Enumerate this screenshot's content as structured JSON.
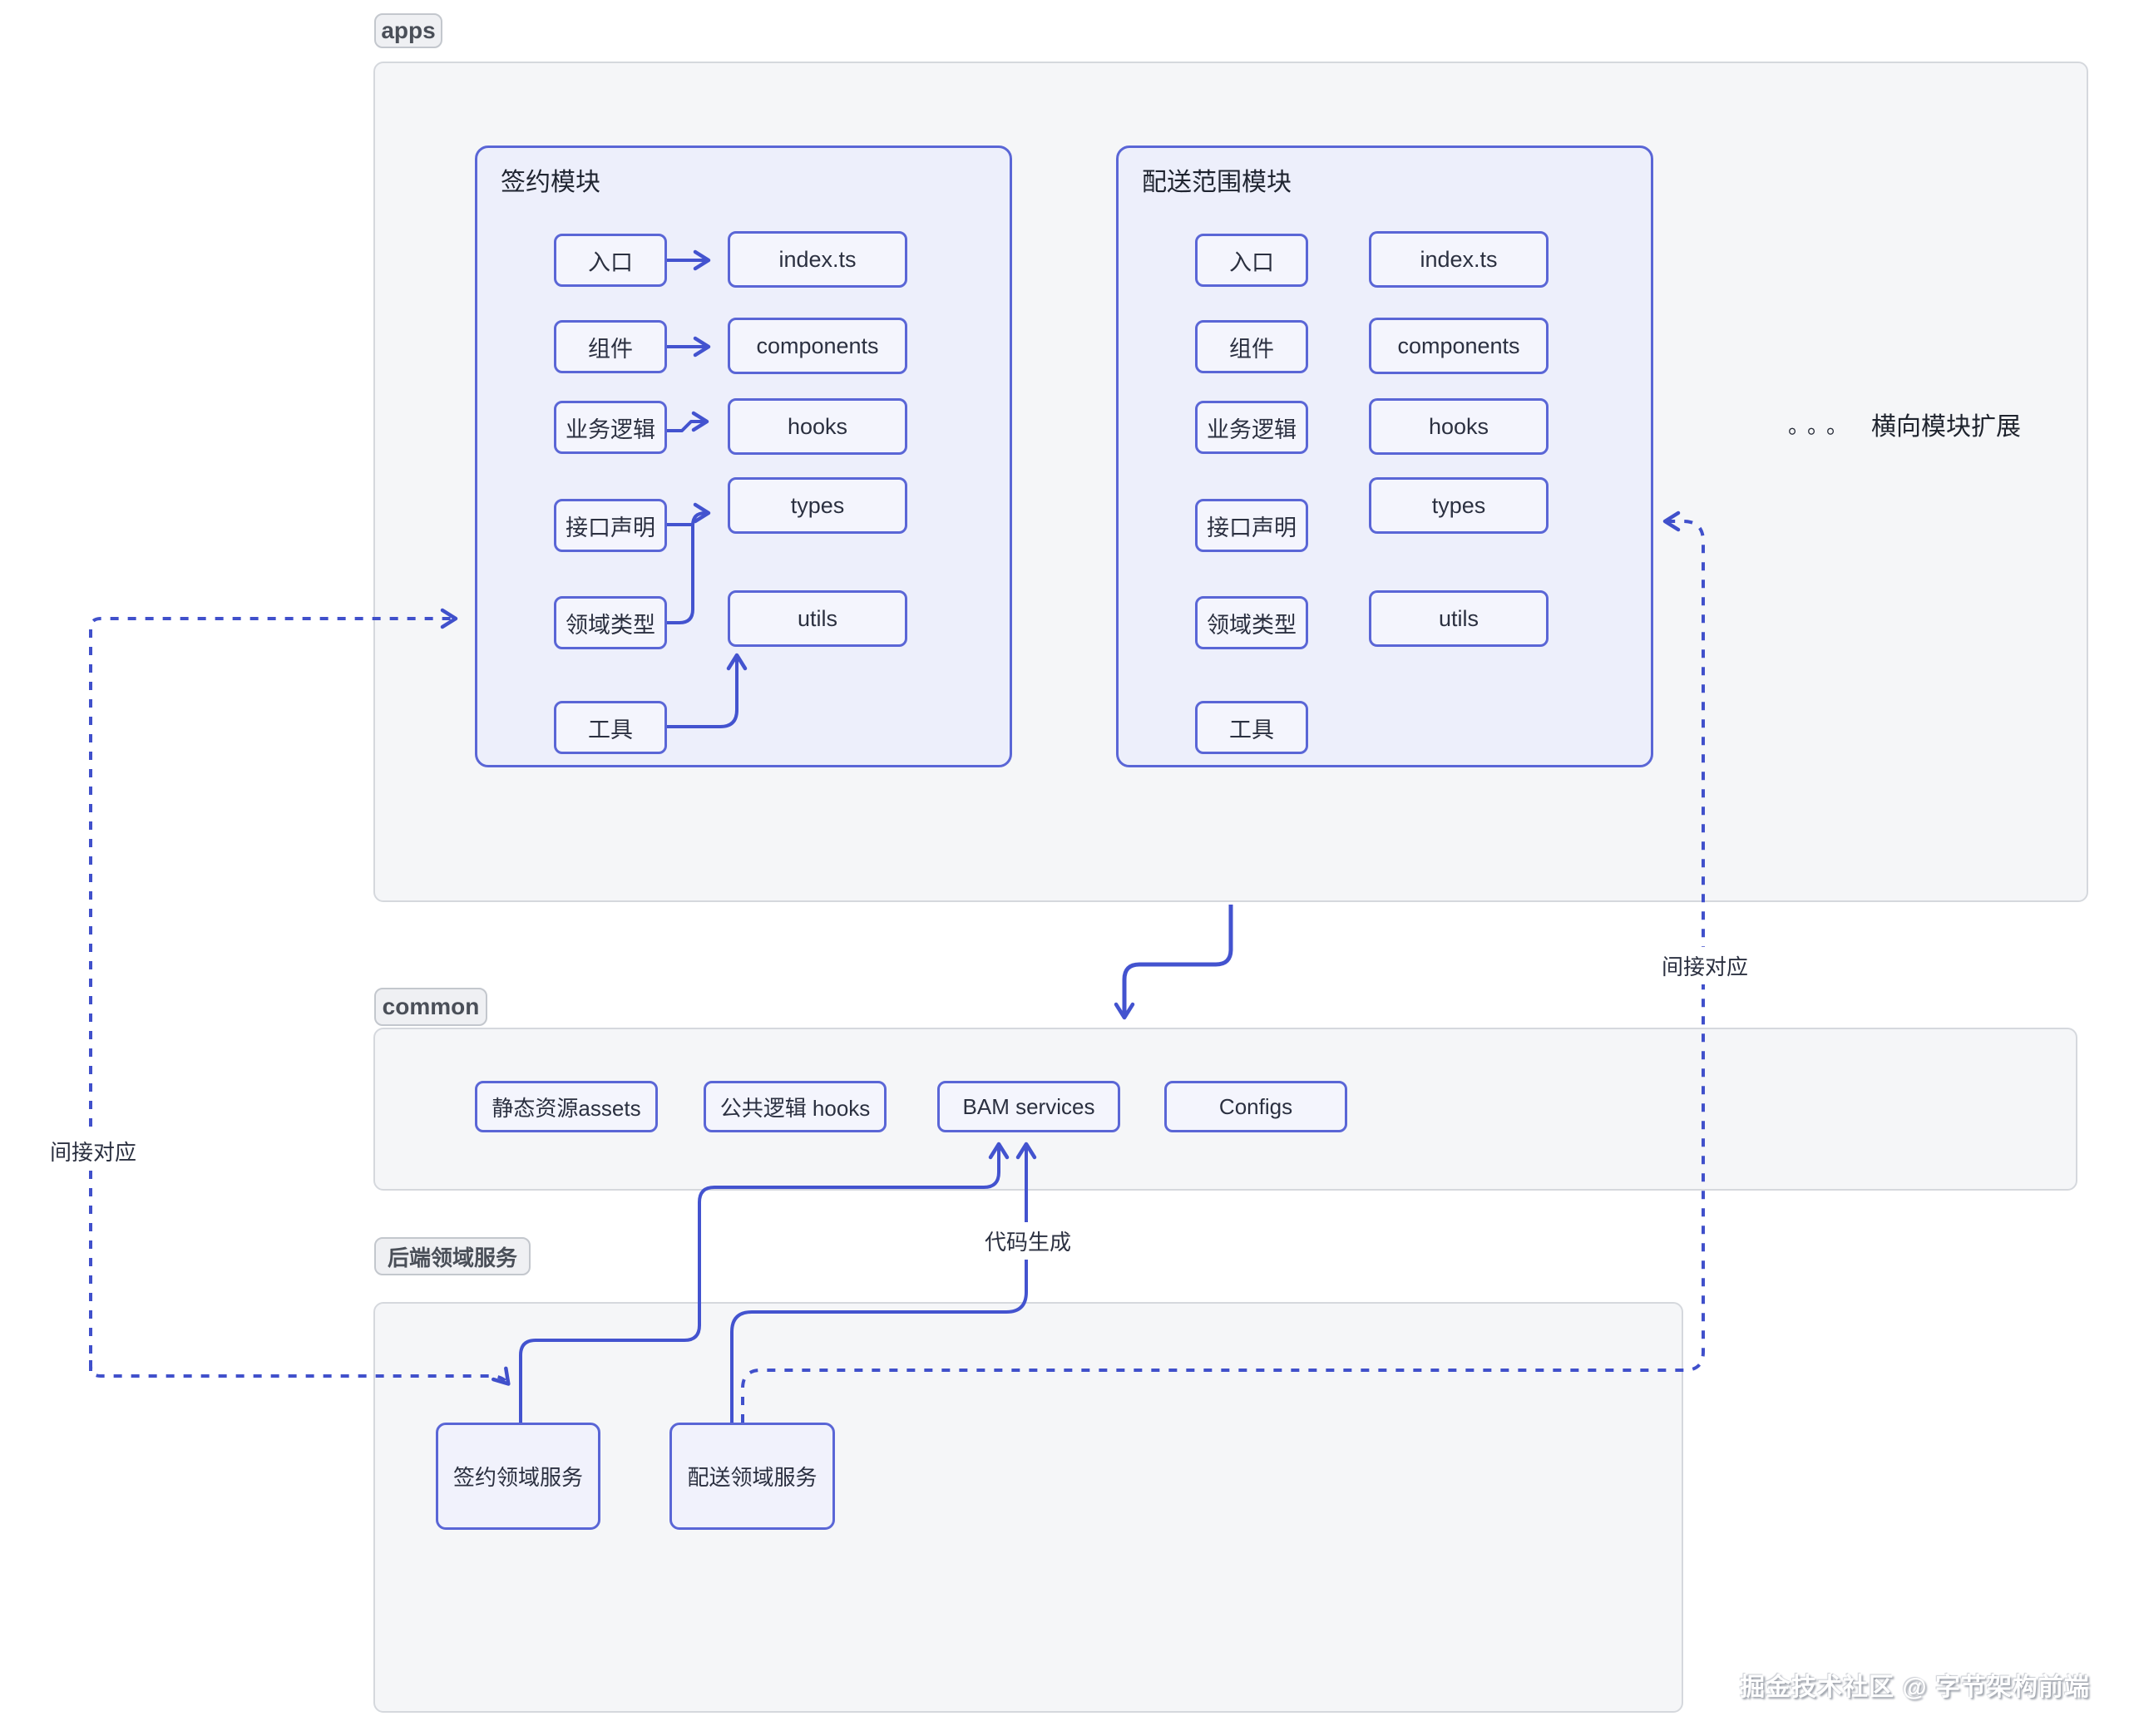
{
  "sections": {
    "apps": {
      "label": "apps",
      "expansion_dots": "。。。",
      "expansion_text": "横向模块扩展"
    },
    "common": {
      "label": "common",
      "items": [
        "静态资源assets",
        "公共逻辑 hooks",
        "BAM services",
        "Configs"
      ]
    },
    "backend": {
      "label": "后端领域服务",
      "services": [
        "签约领域服务",
        "配送领域服务"
      ]
    }
  },
  "modules": [
    {
      "title": "签约模块",
      "left": [
        "入口",
        "组件",
        "业务逻辑",
        "接口声明",
        "领域类型",
        "工具"
      ],
      "right": [
        "index.ts",
        "components",
        "hooks",
        "types",
        "utils"
      ]
    },
    {
      "title": "配送范围模块",
      "left": [
        "入口",
        "组件",
        "业务逻辑",
        "接口声明",
        "领域类型",
        "工具"
      ],
      "right": [
        "index.ts",
        "components",
        "hooks",
        "types",
        "utils"
      ]
    }
  ],
  "edge_labels": {
    "indirect_left": "间接对应",
    "indirect_right": "间接对应",
    "codegen": "代码生成"
  },
  "watermark": "掘金技术社区 @ 字节架构前端",
  "colors": {
    "accent_border": "#5a66d6",
    "arrow_solid": "#4353cf",
    "arrow_dashed": "#4050cb",
    "module_bg": "#edeffb",
    "node_bg": "#f4f5fd",
    "group_bg": "#f5f6f8",
    "group_border": "#d5d8dd",
    "pill_bg": "#eff0f3"
  }
}
